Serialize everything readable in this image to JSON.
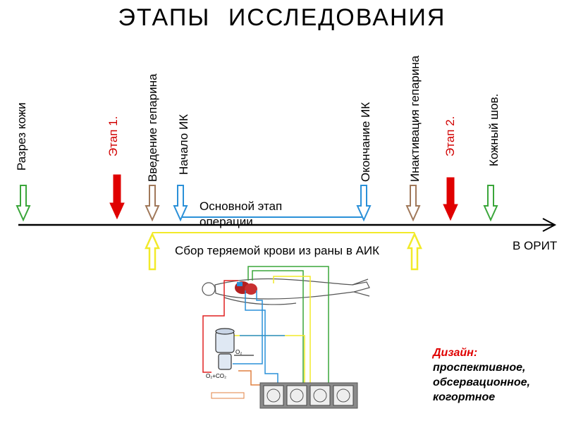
{
  "title": "ЭТАПЫ   ИССЛЕДОВАНИЯ",
  "timeline_labels": {
    "razrez": "Разрез кожи",
    "etap1": "Этап 1.",
    "heparin": "Введение гепарина",
    "ik_start": "Начало ИК",
    "ik_end": "Окончание ИК",
    "heparin_inact": "Инактивация гепарина",
    "etap2": "Этап 2.",
    "suture": "Кожный шов."
  },
  "main_stage": "Основной этап операции",
  "blood_collection": "Сбор теряемой крови из раны в АИК",
  "orit": "В ОРИТ",
  "design_heading": "Дизайн:",
  "design_text": "проспективное, обсервационное, когортное",
  "circuit_labels": {
    "o2": "O₂",
    "o2co2": "O₂+CO₂"
  },
  "colors": {
    "green": "#3aa63a",
    "red": "#e00000",
    "brown": "#a0785a",
    "blue": "#2a90d8",
    "yellow": "#f2ea2a"
  }
}
